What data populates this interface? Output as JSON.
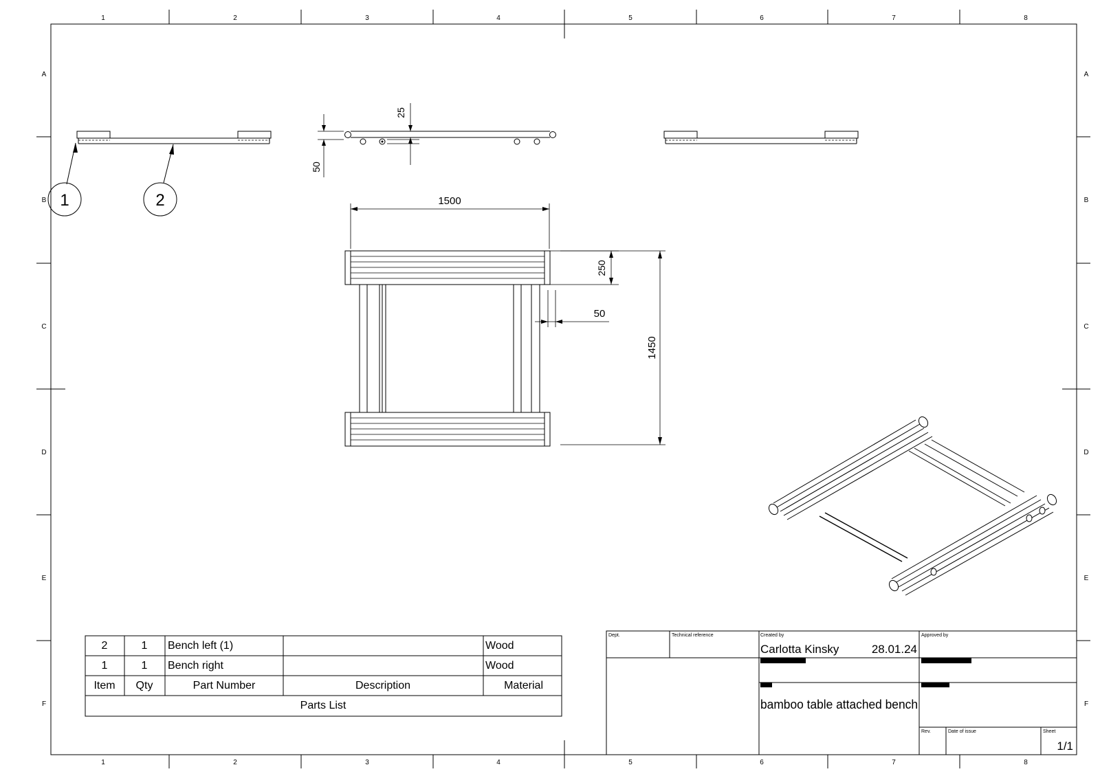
{
  "frame": {
    "col_labels": [
      "1",
      "2",
      "3",
      "4",
      "5",
      "6",
      "7",
      "8"
    ],
    "row_labels": [
      "A",
      "B",
      "C",
      "D",
      "E",
      "F"
    ]
  },
  "dimensions": {
    "side_25": "25",
    "side_50": "50",
    "width_1500": "1500",
    "depth_250": "250",
    "leg_50": "50",
    "length_1450": "1450"
  },
  "balloons": [
    "1",
    "2"
  ],
  "parts_list": {
    "rows": [
      {
        "item": "2",
        "qty": "1",
        "part_number": "Bench left (1)",
        "description": "",
        "material": "Wood"
      },
      {
        "item": "1",
        "qty": "1",
        "part_number": "Bench right",
        "description": "",
        "material": "Wood"
      }
    ],
    "headers": {
      "item": "Item",
      "qty": "Qty",
      "part_number": "Part Number",
      "description": "Description",
      "material": "Material"
    },
    "title": "Parts List"
  },
  "title_block": {
    "dept_label": "Dept.",
    "tech_ref_label": "Technical reference",
    "created_by_label": "Created by",
    "created_by": "Carlotta Kinsky",
    "date": "28.01.24",
    "approved_by_label": "Approved by",
    "title": "bamboo table attached bench",
    "rev_label": "Rev.",
    "date_of_issue_label": "Date of issue",
    "sheet_label": "Sheet",
    "sheet": "1/1"
  }
}
